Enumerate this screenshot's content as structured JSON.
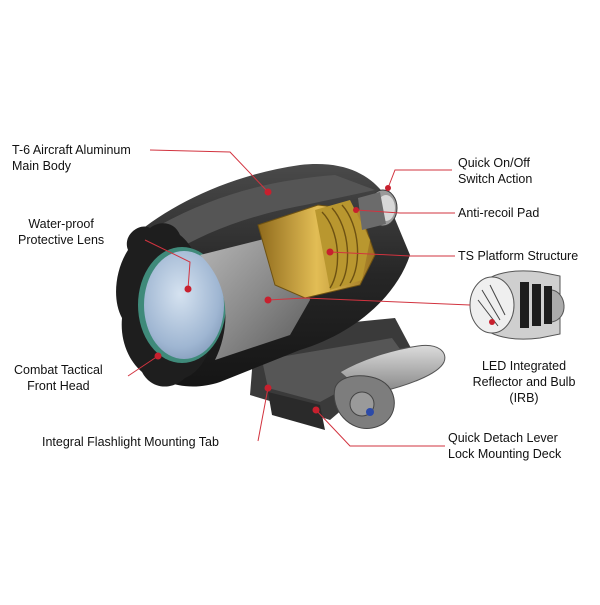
{
  "colors": {
    "leader": "#d2333f",
    "dot": "#c8202e",
    "body": "#2b2b2b",
    "lens": "#a9bfd8",
    "brass": "#c9a23a"
  },
  "labels": {
    "main_body": [
      "T-6 Aircraft Aluminum",
      "Main Body"
    ],
    "lens": [
      "Water-proof",
      "Protective Lens"
    ],
    "front_head": [
      "Combat Tactical",
      "Front Head"
    ],
    "mounting_tab": [
      "Integral Flashlight Mounting Tab"
    ],
    "switch": [
      "Quick On/Off",
      "Switch Action"
    ],
    "recoil_pad": [
      "Anti-recoil Pad"
    ],
    "ts_platform": [
      "TS Platform Structure"
    ],
    "irb": [
      "LED Integrated",
      "Reflector and Bulb",
      "(IRB)"
    ],
    "qd_lever": [
      "Quick Detach Lever",
      "Lock Mounting Deck"
    ]
  }
}
